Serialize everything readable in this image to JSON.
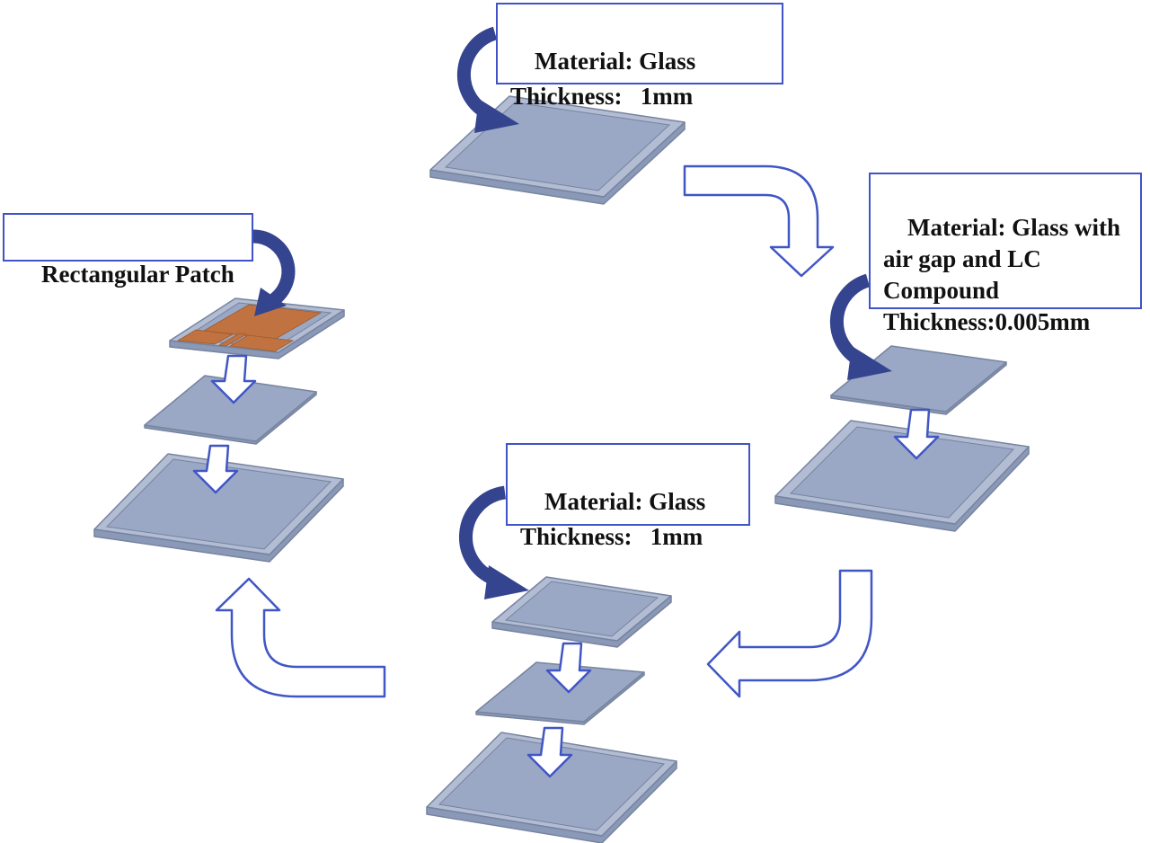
{
  "labels": {
    "top_glass": "Material: Glass\nThickness:   1mm",
    "lc_layer": "Material: Glass with\nair gap and LC\nCompound\nThickness:0.005mm",
    "bottom_glass": "Material: Glass\nThickness:   1mm",
    "patch": "Rectangular Patch"
  },
  "colors": {
    "glass_fill": "#9aa8c5",
    "glass_rim": "#b2bcd3",
    "glass_side": "#8b99b8",
    "glass_stroke": "#76849f",
    "copper": "#c07340",
    "label_border": "#4053c8",
    "connector_outline": "#4156c5",
    "swoosh_navy": "#35448e",
    "text": "#111111"
  }
}
